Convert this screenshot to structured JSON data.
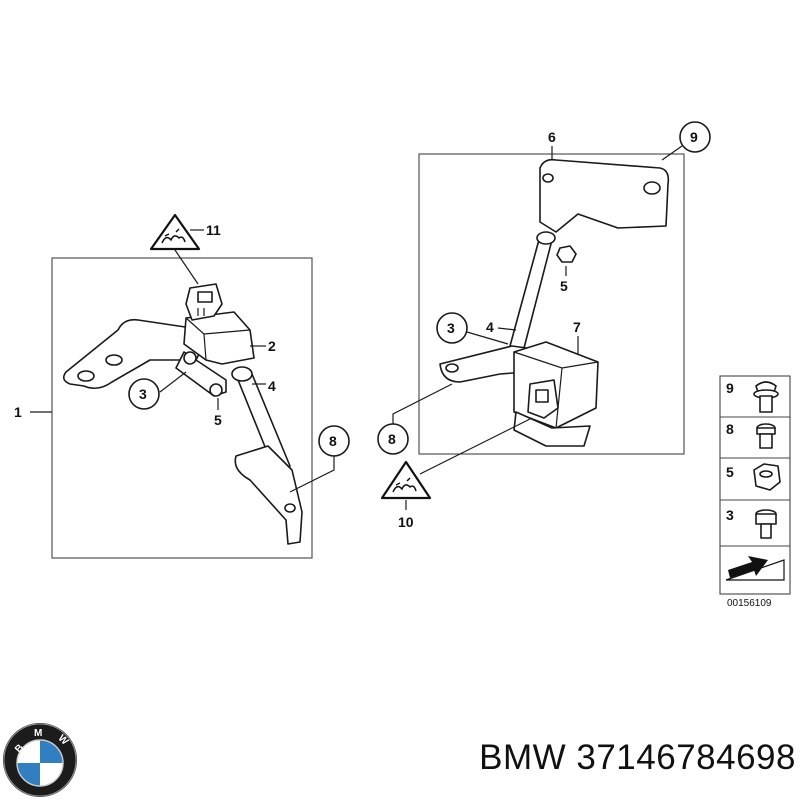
{
  "callouts": {
    "c1": "1",
    "c2": "2",
    "c3a": "3",
    "c4a": "4",
    "c5a": "5",
    "c8a": "8",
    "c11": "11",
    "c6": "6",
    "c9": "9",
    "c5b": "5",
    "c3b": "3",
    "c4b": "4",
    "c7": "7",
    "c8b": "8",
    "c10": "10"
  },
  "legend": {
    "items": [
      {
        "num": "9",
        "icon": "flange-bolt-icon"
      },
      {
        "num": "8",
        "icon": "bolt-icon"
      },
      {
        "num": "5",
        "icon": "hex-nut-icon"
      },
      {
        "num": "3",
        "icon": "socket-screw-icon"
      }
    ],
    "ref_number": "00156109"
  },
  "logo": {
    "letters": "BMW"
  },
  "caption": "BMW 37146784698",
  "colors": {
    "line": "#1a1a1a",
    "logo_blue": "#2f7fc1",
    "logo_ring": "#1c1c1c"
  }
}
